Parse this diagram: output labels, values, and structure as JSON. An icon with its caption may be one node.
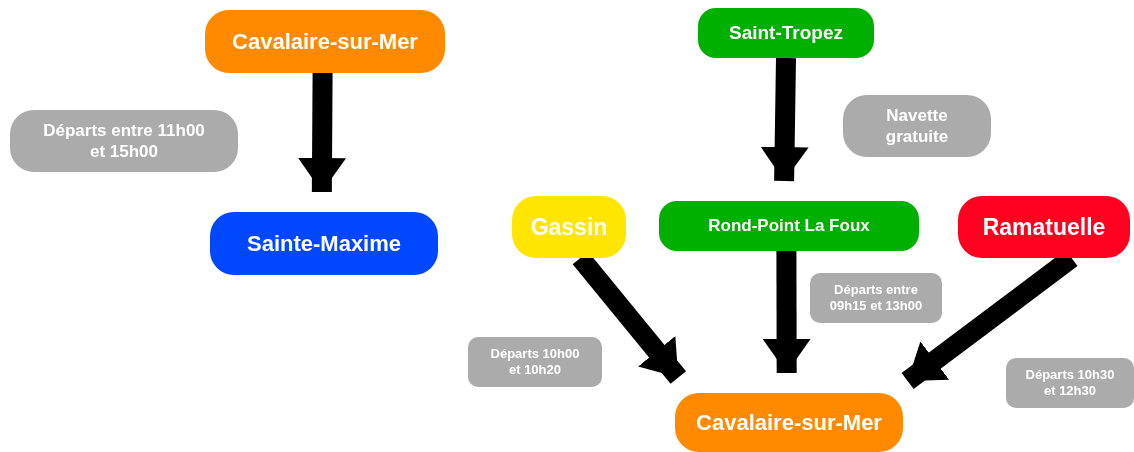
{
  "diagram": {
    "nodes": [
      {
        "text": [
          "Cavalaire-sur-Mer"
        ]
      },
      {
        "text": [
          "Départs entre 11h00 et 15h00"
        ]
      },
      {
        "text": [
          "Sainte-Maxime"
        ]
      },
      {
        "text": [
          "Saint-Tropez"
        ]
      },
      {
        "text": [
          "Navette gratuite"
        ]
      },
      {
        "text": [
          "Gassin"
        ]
      },
      {
        "text": [
          "Rond-Point La Foux"
        ]
      },
      {
        "text": [
          "Ramatuelle"
        ]
      },
      {
        "text": [
          "Départs entre 09h15 et 13h00"
        ]
      },
      {
        "text": [
          "Départs 10h00 et 10h20"
        ]
      },
      {
        "text": [
          "Cavalaire-sur-Mer"
        ]
      },
      {
        "text": [
          "Départs 10h30 et 12h30"
        ]
      }
    ],
    "edges": [
      {
        "from": 0,
        "to": 2,
        "arrow": "to"
      },
      {
        "from": 3,
        "to": 6,
        "arrow": "to"
      },
      {
        "from": 5,
        "to": 10,
        "arrow": "to"
      },
      {
        "from": 6,
        "to": 10,
        "arrow": "to"
      },
      {
        "from": 7,
        "to": 10,
        "arrow": "to"
      }
    ]
  }
}
